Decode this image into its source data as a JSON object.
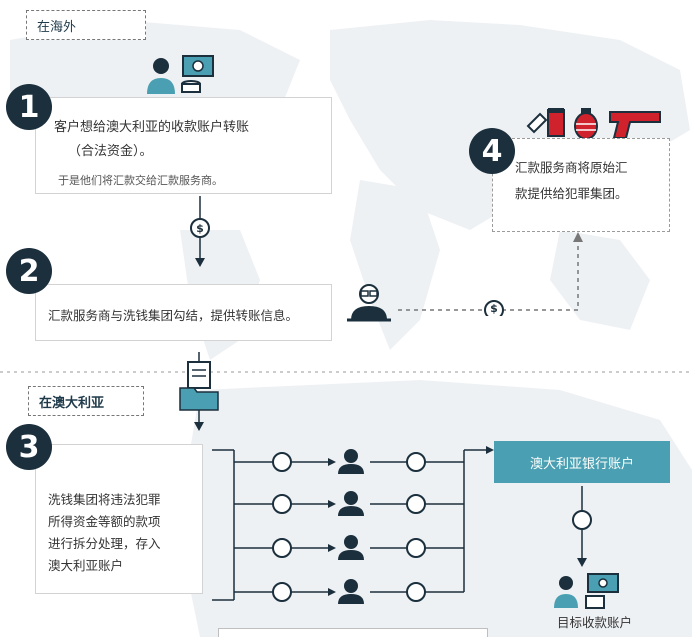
{
  "tags": {
    "overseas": "在海外",
    "australia": "在澳大利亚"
  },
  "steps": {
    "s1": {
      "number": "1",
      "line1": "客户想给澳大利亚的收款账户转账",
      "line2": "（合法资金）。",
      "line3": "于是他们将汇款交给汇款服务商。"
    },
    "s2": {
      "number": "2",
      "text": "汇款服务商与洗钱集团勾结，提供转账信息。"
    },
    "s3": {
      "number": "3",
      "line1": "洗钱集团将违法犯罪",
      "line2": "所得资金等额的款项",
      "line3": "进行拆分处理，存入",
      "line4": "澳大利亚账户"
    },
    "s4": {
      "number": "4",
      "line1": "汇款服务商将原始汇",
      "line2": "款提供给犯罪集团。"
    }
  },
  "bank_account": "澳大利亚银行账户",
  "target_account": "目标收款账户",
  "coin_symbol": "$",
  "colors": {
    "navy": "#1b2f3d",
    "teal": "#4aa0b2",
    "red": "#d0222d",
    "map": "#eef1f4"
  },
  "icons": [
    "customer-icon",
    "cash-icon",
    "coin-icon",
    "arrow-down-icon",
    "remitter-icon",
    "document-icon",
    "folder-icon",
    "mule-person-icon",
    "drugs-icon",
    "grenade-icon",
    "gun-icon"
  ]
}
